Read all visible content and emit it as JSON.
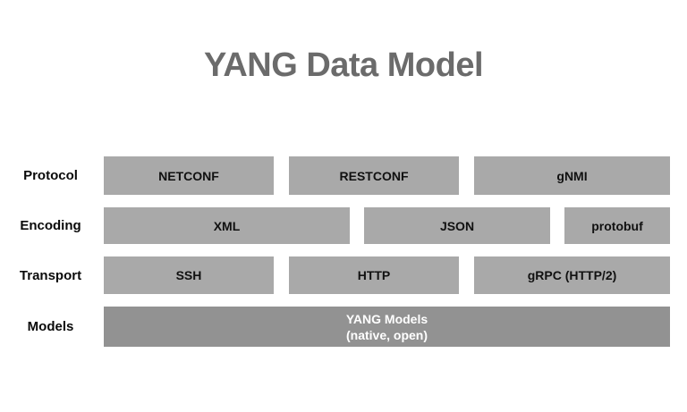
{
  "title": "YANG Data Model",
  "colors": {
    "background": "#ffffff",
    "title_text": "#6b6b6b",
    "row_label_text": "#0a0a0a",
    "box_light": "#a9a9a9",
    "box_dark": "#929292",
    "box_text": "#111111",
    "dark_box_text": "#ffffff"
  },
  "rows": [
    {
      "label": "Protocol",
      "boxes": [
        "NETCONF",
        "RESTCONF",
        "gNMI"
      ]
    },
    {
      "label": "Encoding",
      "boxes": [
        "XML",
        "JSON",
        "protobuf"
      ]
    },
    {
      "label": "Transport",
      "boxes": [
        "SSH",
        "HTTP",
        "gRPC (HTTP/2)"
      ]
    },
    {
      "label": "Models",
      "boxes": [
        "YANG Models (native, open)"
      ]
    }
  ],
  "models_box": {
    "line1": "YANG Models",
    "line2": "(native, open)"
  }
}
